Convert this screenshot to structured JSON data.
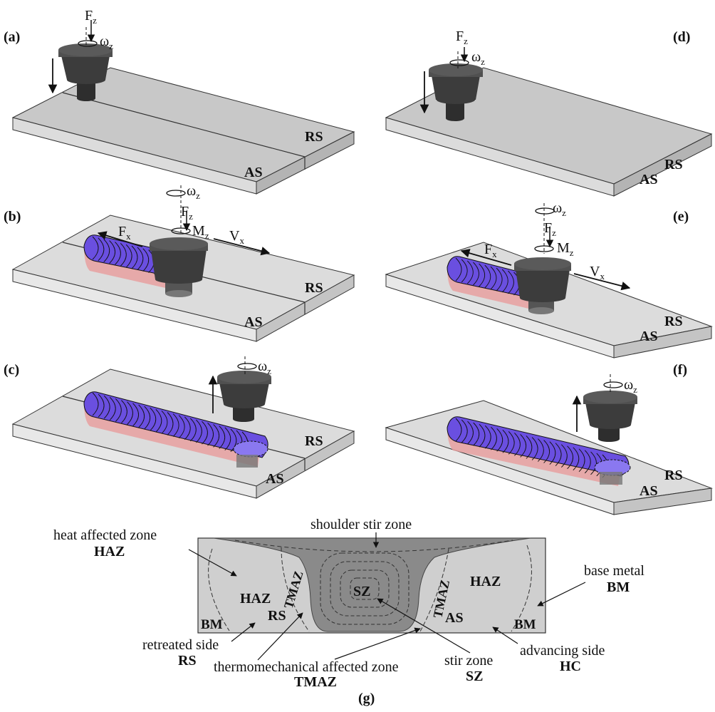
{
  "panels": {
    "a": {
      "label": "(a)",
      "f": "F",
      "f_sub": "z",
      "w": "ω",
      "w_sub": "z",
      "rs": "RS",
      "as": "AS"
    },
    "b": {
      "label": "(b)",
      "w": "ω",
      "w_sub": "z",
      "f": "F",
      "f_sub": "z",
      "m": "M",
      "m_sub": "z",
      "fx": "F",
      "fx_sub": "x",
      "vx": "V",
      "vx_sub": "x",
      "rs": "RS",
      "as": "AS"
    },
    "c": {
      "label": "(c)",
      "w": "ω",
      "w_sub": "z",
      "rs": "RS",
      "as": "AS"
    },
    "d": {
      "label": "(d)",
      "f": "F",
      "f_sub": "z",
      "w": "ω",
      "w_sub": "z",
      "rs": "RS",
      "as": "AS"
    },
    "e": {
      "label": "(e)",
      "w": "ω",
      "w_sub": "z",
      "f": "F",
      "f_sub": "z",
      "m": "M",
      "m_sub": "z",
      "fx": "F",
      "fx_sub": "x",
      "vx": "V",
      "vx_sub": "x",
      "rs": "RS",
      "as": "AS"
    },
    "f": {
      "label": "(f)",
      "w": "ω",
      "w_sub": "z",
      "rs": "RS",
      "as": "AS"
    }
  },
  "cross_section": {
    "label": "(g)",
    "shoulder": "shoulder stir zone",
    "haz_text": "heat affected zone",
    "haz_abbr": "HAZ",
    "haz_left": "HAZ",
    "haz_right": "HAZ",
    "tmaz_left": "TMAZ",
    "tmaz_right": "TMAZ",
    "sz": "SZ",
    "rs_in": "RS",
    "as_in": "AS",
    "bm_left": "BM",
    "bm_right": "BM",
    "base_text": "base metal",
    "base_abbr": "BM",
    "retreated_text": "retreated side",
    "retreated_abbr": "RS",
    "thermo_text": "thermomechanical affected zone",
    "thermo_abbr": "TMAZ",
    "stir_text": "stir zone",
    "stir_abbr": "SZ",
    "advancing_text": "advancing side",
    "advancing_abbr": "HC"
  },
  "colors": {
    "plate_top": "#c8c8c8",
    "plate_top_light": "#dcdcdc",
    "plate_side": "#b4b4b4",
    "tool_dark": "#3c3c3c",
    "tool_mid": "#505050",
    "weld_bead": "#6a4fe0",
    "weld_under": "#e8a0a0",
    "section_light": "#cfcfcf",
    "section_dark": "#8a8a8a"
  }
}
